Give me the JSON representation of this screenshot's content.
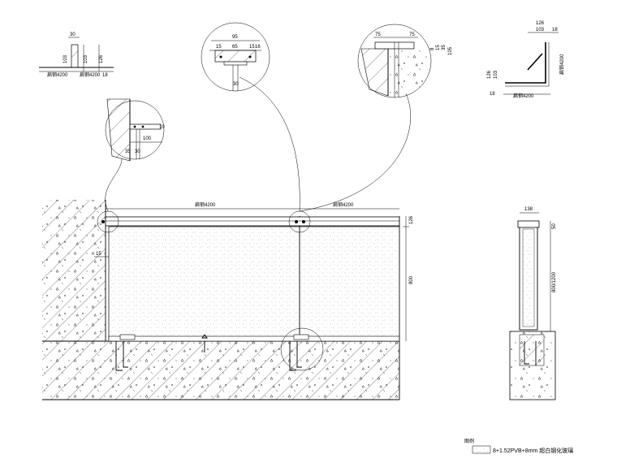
{
  "labels": {
    "top_left_detail": {
      "d30": "30",
      "d103a": "103",
      "d103b": "103",
      "d126": "126",
      "d18": "18",
      "pipe_a": "扁钢4200",
      "pipe_b": "扁钢4200"
    },
    "top_center_detail": {
      "d95": "95",
      "d15a": "15",
      "d65": "65",
      "d15b": "15",
      "d16": "16",
      "d30": "30"
    },
    "top_right_circle": {
      "d75a": "75",
      "d75b": "75",
      "d8": "8",
      "d15": "15",
      "d35": "35",
      "d105": "105"
    },
    "right_corner_detail": {
      "d126": "126",
      "d103": "103",
      "d18a": "18",
      "d18b": "18",
      "d103v": "103",
      "d126v": "126",
      "pipe_v": "扁钢4200",
      "pipe_h": "扁钢4200"
    },
    "left_circle_detail": {
      "d10": "10",
      "d100": "100",
      "d35": "35",
      "d30": "30"
    },
    "elevation": {
      "top_left_pipe": "扁钢4200",
      "top_right_pipe": "扁钢4200",
      "d126": "126",
      "d800": "800",
      "d15": "15"
    },
    "section": {
      "d138": "138",
      "d50": "50",
      "d800_1200": "800/1200"
    },
    "legend": {
      "title": "图例",
      "glass": "8+1.52PVB+8mm 超白钢化玻璃"
    }
  }
}
